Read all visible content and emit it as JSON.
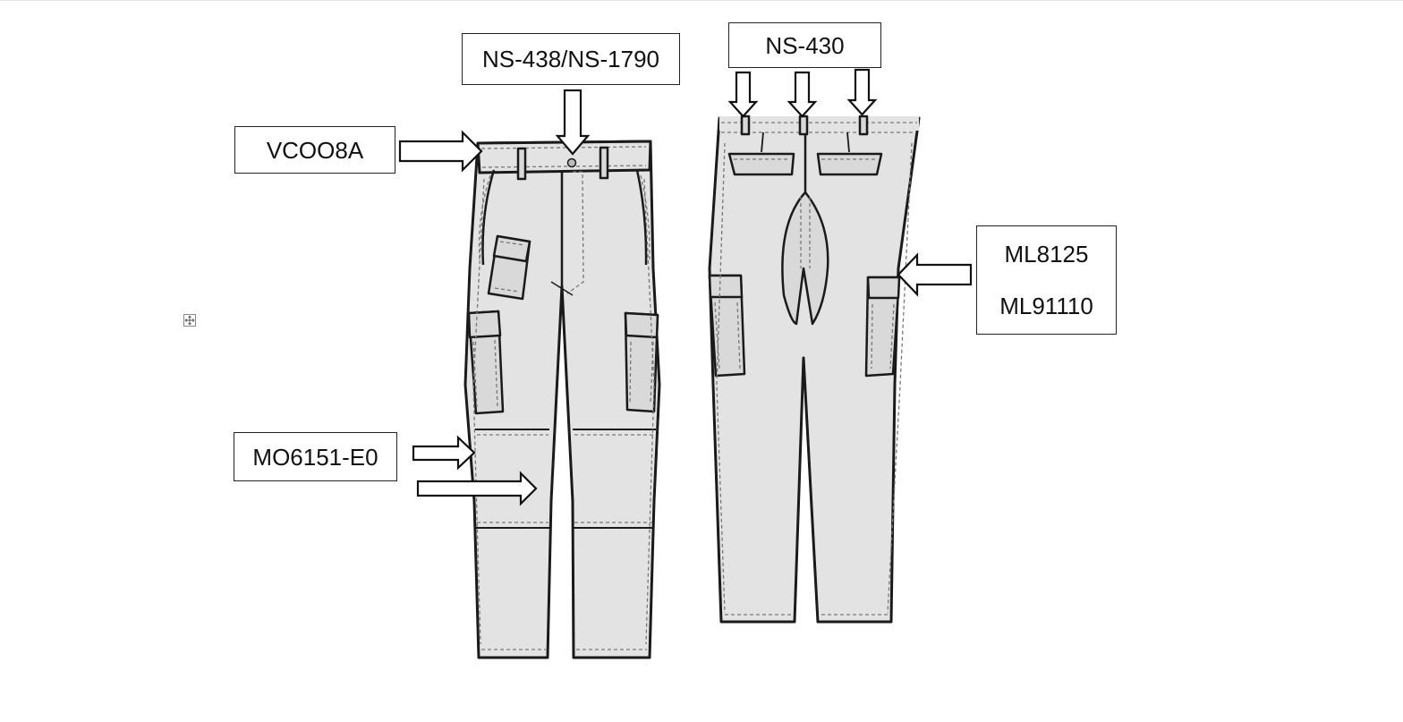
{
  "labels": {
    "waistband": "VCOO8A",
    "fly": "NS-438/NS-1790",
    "back_loops": "NS-430",
    "cargo_line1": "ML8125",
    "cargo_line2": "ML91110",
    "knee": "MO6151-E0"
  },
  "icons": {
    "anchor": "move-anchor-icon"
  },
  "colors": {
    "fabric": "#e3e3e3",
    "outline": "#1a1a1a",
    "stitch": "#777777"
  }
}
